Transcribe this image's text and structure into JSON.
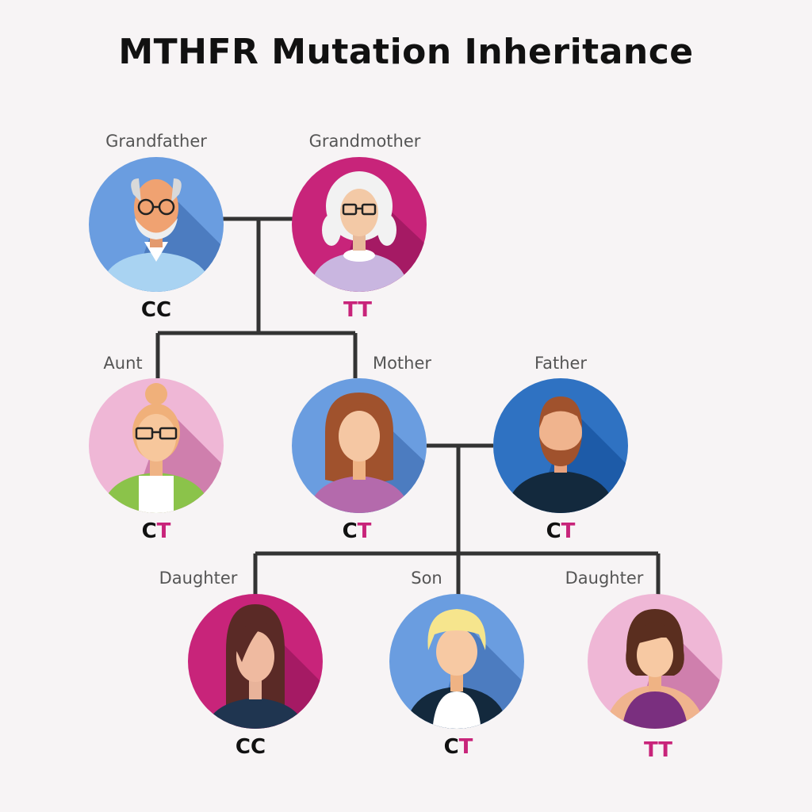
{
  "title": "MTHFR Mutation Inheritance",
  "colors": {
    "ink": "#111111",
    "mutant": "#c8247a",
    "line": "#333333",
    "blue": "#6a9de0",
    "magenta": "#c8247a",
    "pink": "#efb7d6",
    "deepblue": "#2f72c2"
  },
  "members": [
    {
      "key": "grandfather",
      "role": "Grandfather",
      "allele1": "C",
      "allele2": "C"
    },
    {
      "key": "grandmother",
      "role": "Grandmother",
      "allele1": "T",
      "allele2": "T"
    },
    {
      "key": "aunt",
      "role": "Aunt",
      "allele1": "C",
      "allele2": "T"
    },
    {
      "key": "mother",
      "role": "Mother",
      "allele1": "C",
      "allele2": "T"
    },
    {
      "key": "father",
      "role": "Father",
      "allele1": "C",
      "allele2": "T"
    },
    {
      "key": "daughter1",
      "role": "Daughter",
      "allele1": "C",
      "allele2": "C"
    },
    {
      "key": "son",
      "role": "Son",
      "allele1": "C",
      "allele2": "T"
    },
    {
      "key": "daughter2",
      "role": "Daughter",
      "allele1": "T",
      "allele2": "T"
    }
  ]
}
